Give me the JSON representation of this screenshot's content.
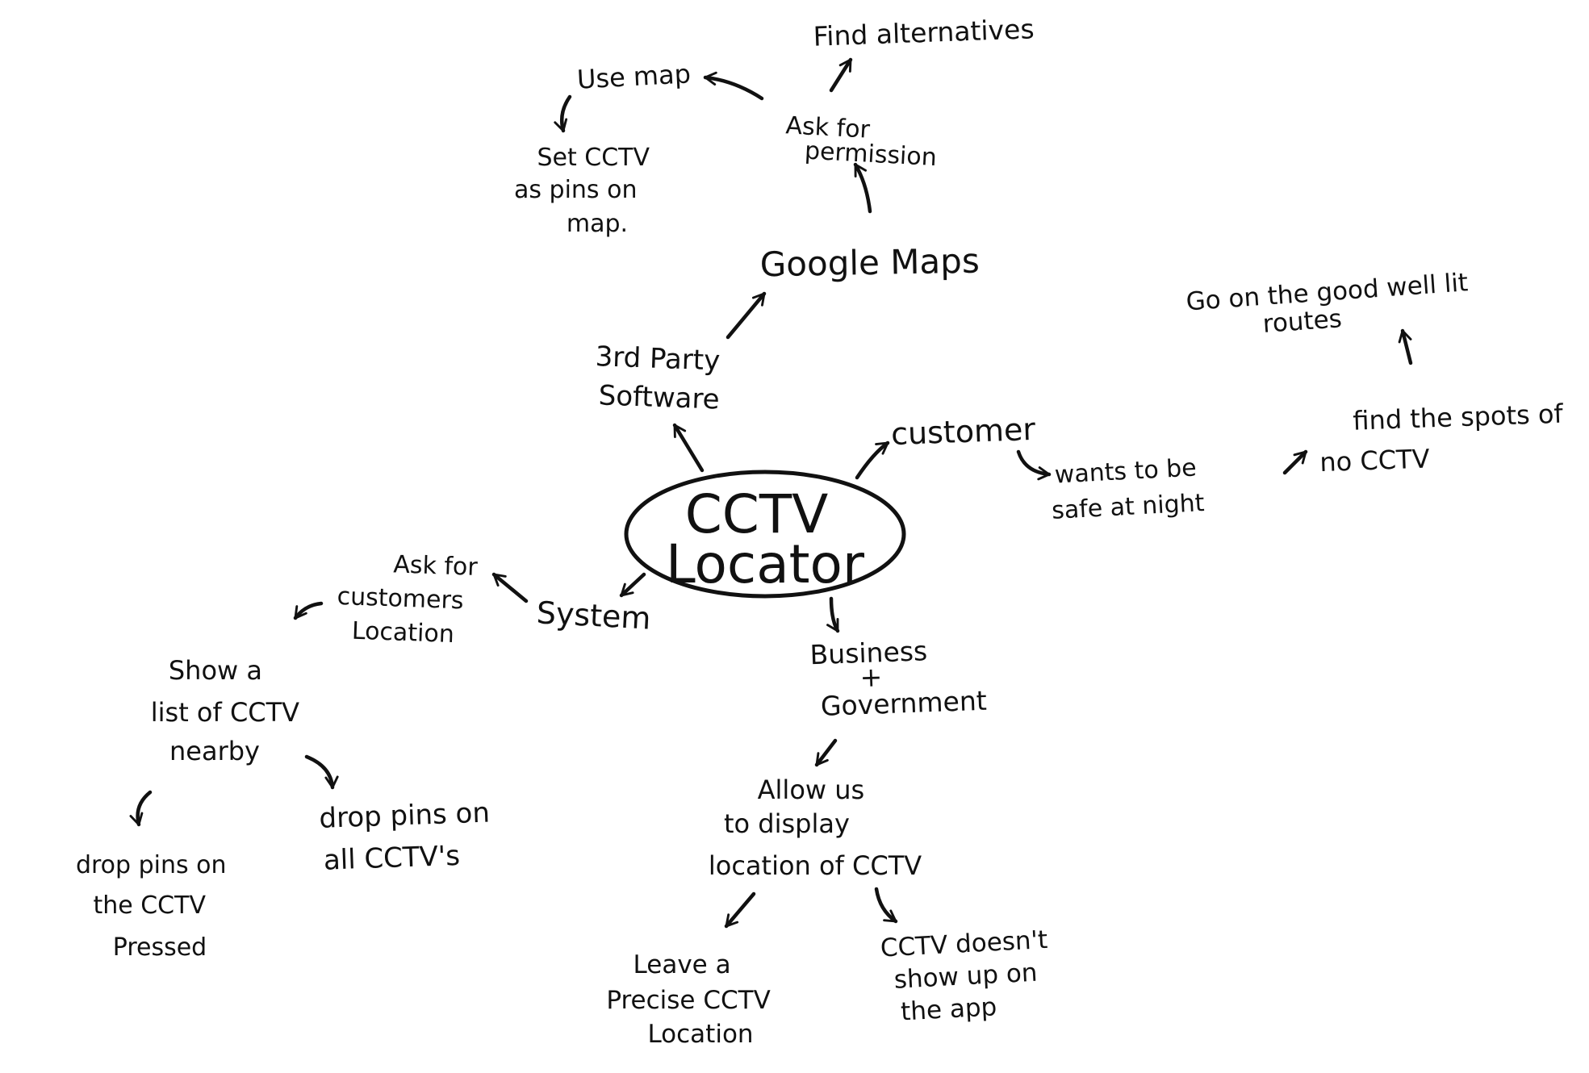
{
  "diagram": {
    "center": [
      "CCTV",
      "Locator"
    ],
    "nodes": {
      "find_alternatives": [
        "Find alternatives"
      ],
      "use_map": [
        "Use map"
      ],
      "ask_permission": [
        "Ask for",
        "permission"
      ],
      "set_cctv": [
        "Set CCTV",
        "as pins on",
        "map."
      ],
      "google_maps": [
        "Google Maps"
      ],
      "go_good": [
        "Go on the good well lit",
        "routes"
      ],
      "third_party": [
        "3rd Party",
        "Software"
      ],
      "customer": [
        "customer"
      ],
      "wants_safe": [
        "wants to be",
        "safe at night"
      ],
      "find_spots": [
        "find the spots of",
        "no CCTV"
      ],
      "ask_location": [
        "Ask for",
        "customers",
        "Location"
      ],
      "system": [
        "System"
      ],
      "business": [
        "Business",
        "+",
        "Government"
      ],
      "show_list": [
        "Show a",
        "list of CCTV",
        "nearby"
      ],
      "allow_us": [
        "Allow us",
        "to display",
        "location of CCTV"
      ],
      "drop_all": [
        "drop pins on",
        "all CCTV's"
      ],
      "drop_pressed": [
        "drop pins on",
        "the CCTV",
        "Pressed"
      ],
      "leave_precise": [
        "Leave a",
        "Precise CCTV",
        "Location"
      ],
      "cctv_doesnt": [
        "CCTV doesn't",
        "show up on",
        "the app"
      ]
    }
  }
}
